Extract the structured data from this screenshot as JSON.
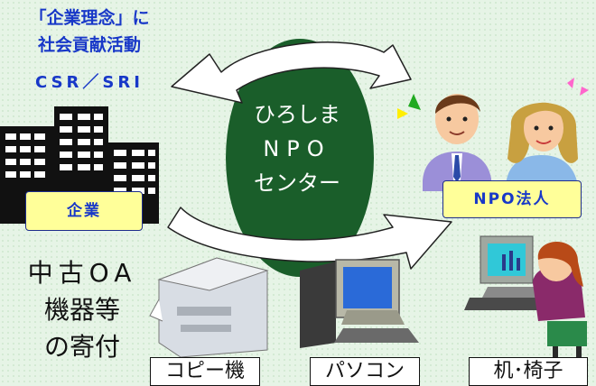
{
  "headline": {
    "line1": "「企業理念」に",
    "line2": "社会貢献活動",
    "line3": "CSR／SRI"
  },
  "company": {
    "label": "企業"
  },
  "center": {
    "line1": "ひろしま",
    "line2": "NPO",
    "line3": "センター"
  },
  "npo": {
    "label": "NPO法人"
  },
  "donation": {
    "line1": "中古OA",
    "line2": "機器等",
    "line3": "の寄付"
  },
  "items": {
    "copier": "コピー機",
    "computer": "パソコン",
    "desk_chair": "机･椅子"
  },
  "colors": {
    "headline": "#1838c8",
    "center_ellipse": "#1a5e2a",
    "label_box": "#ffff99",
    "arrow_fill": "#ffffff"
  },
  "icons": [
    "office-building-icon",
    "people-icon",
    "copier-icon",
    "computer-icon",
    "office-worker-icon"
  ]
}
